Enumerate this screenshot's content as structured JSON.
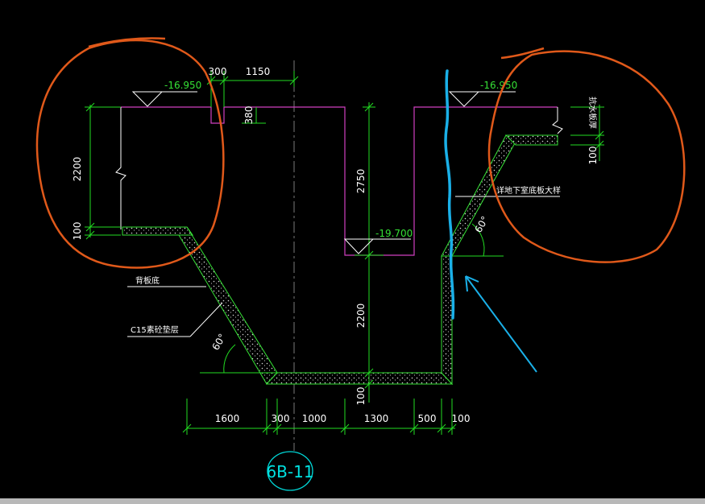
{
  "drawing": {
    "colors": {
      "background": "#000000",
      "dimension": "#22dd22",
      "outline": "#d040c0",
      "hatch": "#cfcfcf",
      "leader": "#ffffff",
      "centerline": "#7a7a7a",
      "axis": "#00d8d8",
      "annotation_orange": "#e0591a",
      "annotation_blue": "#1ab0e8"
    },
    "levels": {
      "left_top": "-16.950",
      "right_top": "-16.950",
      "pit_bottom": "-19.700"
    },
    "dims_top": {
      "d300": "300",
      "d1150": "1150"
    },
    "dims_left": {
      "d2200": "2200",
      "d100": "100"
    },
    "dims_mid": {
      "d380": "380",
      "d2750": "2750",
      "d2200": "2200",
      "d100": "100"
    },
    "dims_right": {
      "d100": "100"
    },
    "dims_bottom": [
      "1600",
      "300",
      "1000",
      "1300",
      "500",
      "100"
    ],
    "angles": {
      "left": "60°",
      "right": "60°"
    },
    "labels": {
      "waterproof": "背板底",
      "concrete": "C15素砼垫层",
      "right_note": "详地下室底板大样",
      "right_vertical": "抗水板厚"
    },
    "axis_label": "6B-11"
  }
}
